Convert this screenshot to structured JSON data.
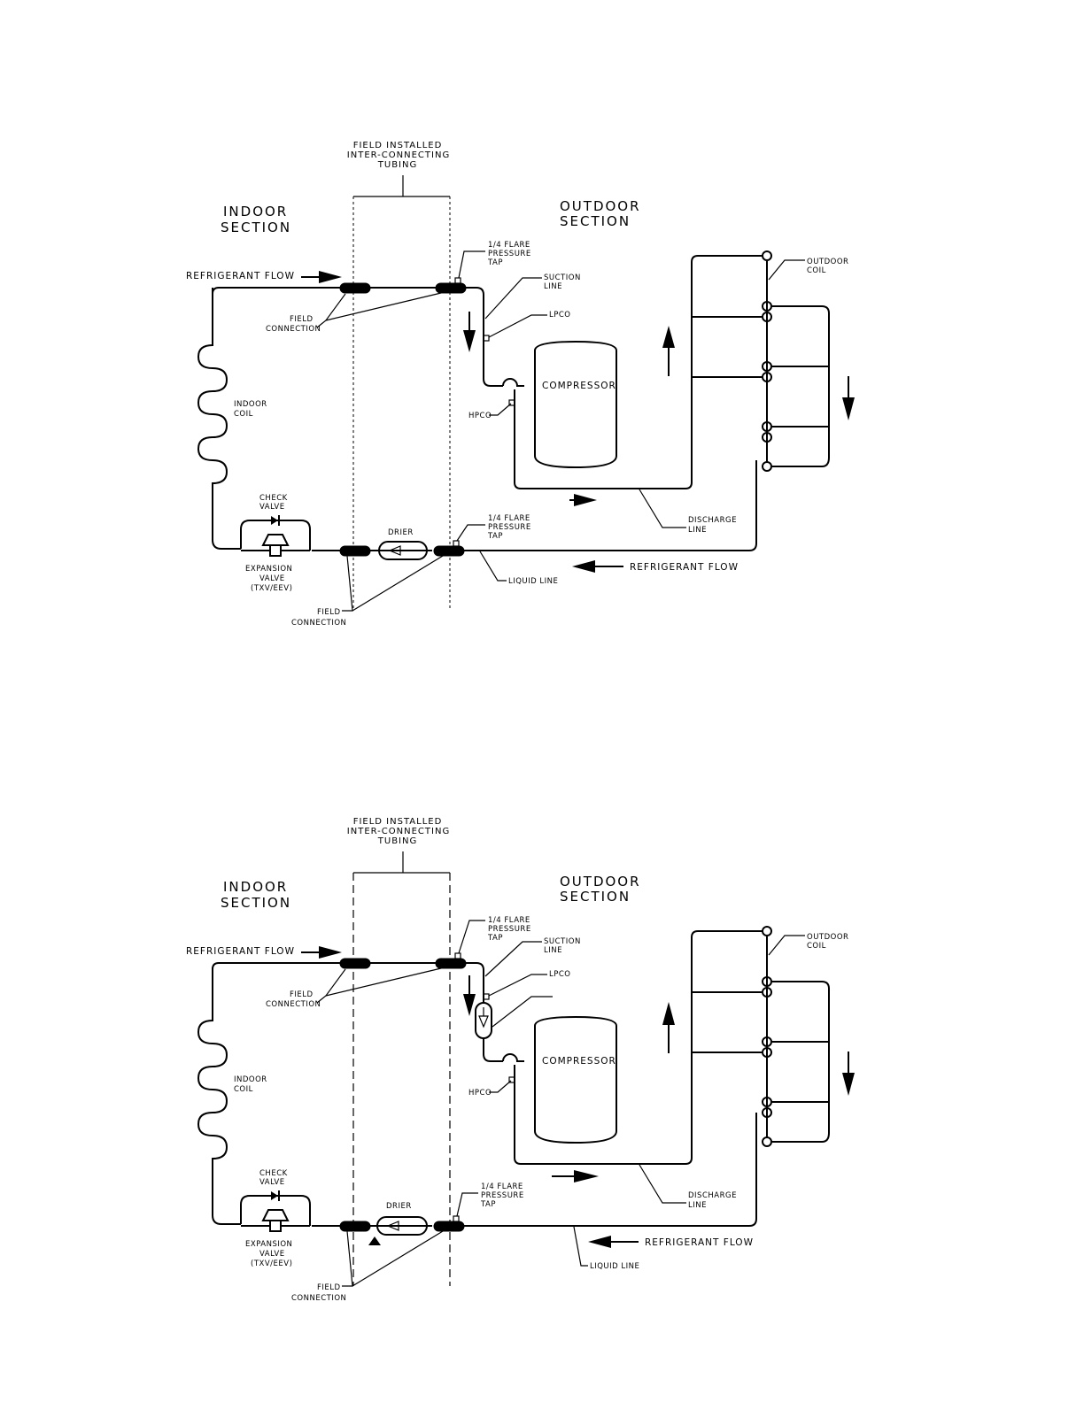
{
  "diagrams": [
    {
      "tubing_label": [
        "FIELD INSTALLED",
        "INTER-CONNECTING",
        "TUBING"
      ],
      "indoor_section": [
        "INDOOR",
        "SECTION"
      ],
      "outdoor_section": [
        "OUTDOOR",
        "SECTION"
      ],
      "refrigerant_flow_top": "REFRIGERANT FLOW",
      "refrigerant_flow_bottom": "REFRIGERANT FLOW",
      "field_connection_top": [
        "FIELD",
        "CONNECTION"
      ],
      "field_connection_bottom": [
        "FIELD",
        "CONNECTION"
      ],
      "flare_tap_top": [
        "1/4 FLARE",
        "PRESSURE",
        "TAP"
      ],
      "flare_tap_bottom": [
        "1/4 FLARE",
        "PRESSURE",
        "TAP"
      ],
      "suction_line": [
        "SUCTION",
        "LINE"
      ],
      "lpco": "LPCO",
      "hpco": "HPCO",
      "compressor": "COMPRESSOR",
      "indoor_coil": [
        "INDOOR",
        "COIL"
      ],
      "outdoor_coil": [
        "OUTDOOR",
        "COIL"
      ],
      "check_valve": [
        "CHECK",
        "VALVE"
      ],
      "expansion_valve": [
        "EXPANSION",
        "VALVE",
        "(TXV/EEV)"
      ],
      "drier": "DRIER",
      "discharge_line": [
        "DISCHARGE",
        "LINE"
      ],
      "liquid_line": "LIQUID LINE"
    },
    {
      "tubing_label": [
        "FIELD INSTALLED",
        "INTER-CONNECTING",
        "TUBING"
      ],
      "indoor_section": [
        "INDOOR",
        "SECTION"
      ],
      "outdoor_section": [
        "OUTDOOR",
        "SECTION"
      ],
      "refrigerant_flow_top": "REFRIGERANT FLOW",
      "refrigerant_flow_bottom": "REFRIGERANT FLOW",
      "field_connection_top": [
        "FIELD",
        "CONNECTION"
      ],
      "field_connection_bottom": [
        "FIELD",
        "CONNECTION"
      ],
      "flare_tap_top": [
        "1/4 FLARE",
        "PRESSURE",
        "TAP"
      ],
      "flare_tap_bottom": [
        "1/4 FLARE",
        "PRESSURE",
        "TAP"
      ],
      "suction_line": [
        "SUCTION",
        "LINE"
      ],
      "lpco": "LPCO",
      "hpco": "HPCO",
      "compressor": "COMPRESSOR",
      "indoor_coil": [
        "INDOOR",
        "COIL"
      ],
      "outdoor_coil": [
        "OUTDOOR",
        "COIL"
      ],
      "check_valve": [
        "CHECK",
        "VALVE"
      ],
      "expansion_valve": [
        "EXPANSION",
        "VALVE",
        "(TXV/EEV)"
      ],
      "drier": "DRIER",
      "discharge_line": [
        "DISCHARGE",
        "LINE"
      ],
      "liquid_line": "LIQUID LINE"
    }
  ]
}
